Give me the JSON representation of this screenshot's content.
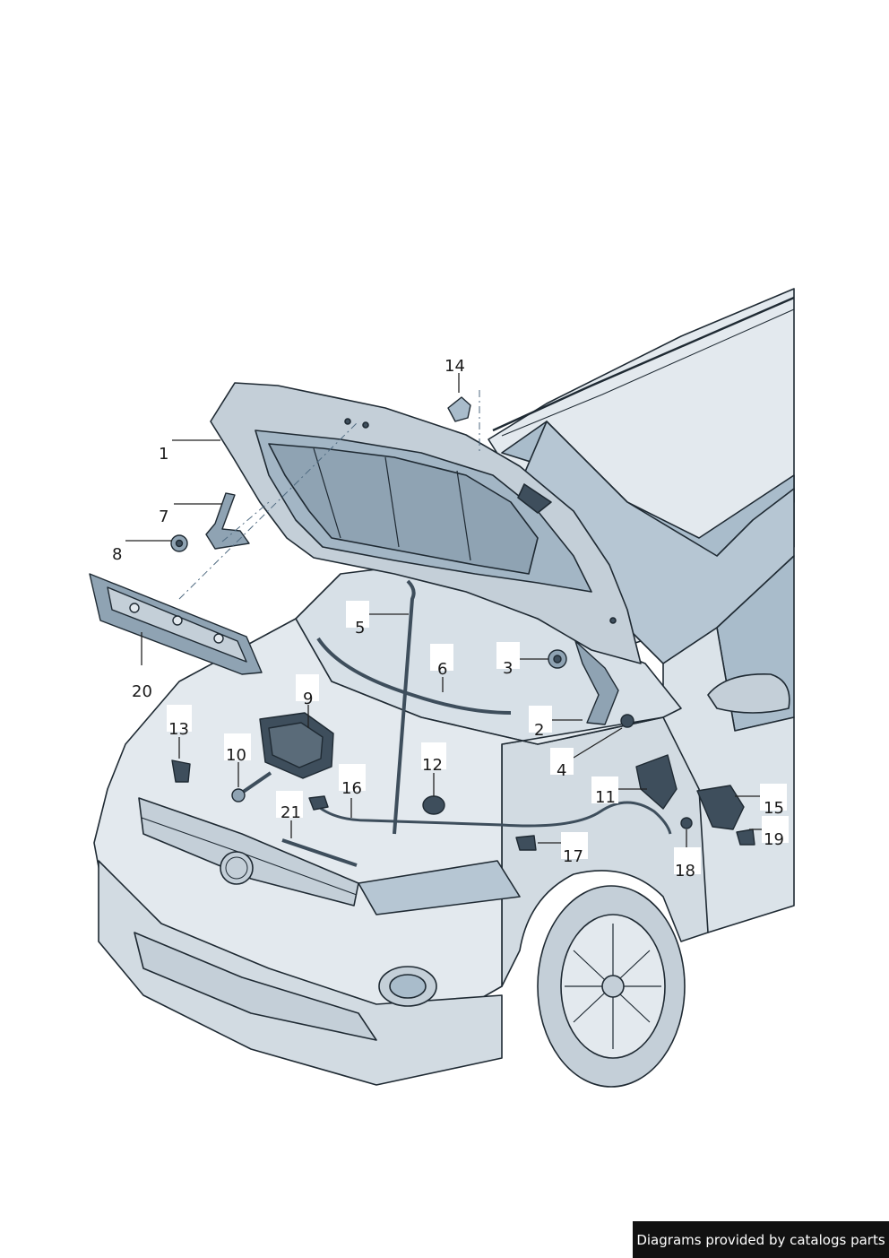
{
  "diagram": {
    "callouts": [
      {
        "id": "1",
        "label": "1"
      },
      {
        "id": "2",
        "label": "2"
      },
      {
        "id": "3",
        "label": "3"
      },
      {
        "id": "4",
        "label": "4"
      },
      {
        "id": "5",
        "label": "5"
      },
      {
        "id": "6",
        "label": "6"
      },
      {
        "id": "7",
        "label": "7"
      },
      {
        "id": "8",
        "label": "8"
      },
      {
        "id": "9",
        "label": "9"
      },
      {
        "id": "10",
        "label": "10"
      },
      {
        "id": "11",
        "label": "11"
      },
      {
        "id": "12",
        "label": "12"
      },
      {
        "id": "13",
        "label": "13"
      },
      {
        "id": "14",
        "label": "14"
      },
      {
        "id": "15",
        "label": "15"
      },
      {
        "id": "16",
        "label": "16"
      },
      {
        "id": "17",
        "label": "17"
      },
      {
        "id": "18",
        "label": "18"
      },
      {
        "id": "19",
        "label": "19"
      },
      {
        "id": "20",
        "label": "20"
      },
      {
        "id": "21",
        "label": "21"
      }
    ],
    "colors": {
      "body_light": "#e3e9ee",
      "body_mid": "#c4cfd8",
      "body_dark": "#8fa3b3",
      "part_dark": "#3e4e5c",
      "glass": "#a9bccb",
      "outline": "#1f2a33"
    }
  },
  "credit": {
    "text": "Diagrams provided by catalogs parts"
  }
}
